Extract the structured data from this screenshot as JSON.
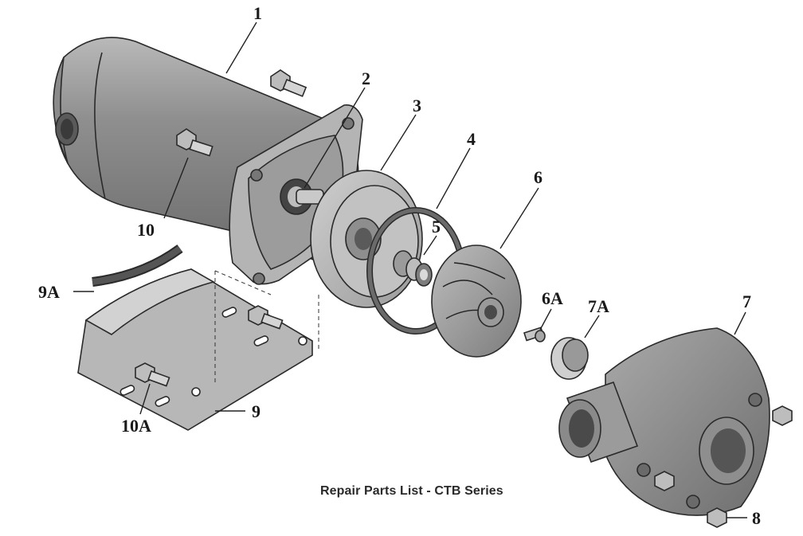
{
  "diagram": {
    "caption": "Repair Parts List - CTB Series",
    "callouts": {
      "c1": "1",
      "c2": "2",
      "c3": "3",
      "c4": "4",
      "c5": "5",
      "c6": "6",
      "c6a": "6A",
      "c7": "7",
      "c7a": "7A",
      "c8": "8",
      "c9": "9",
      "c9a": "9A",
      "c10": "10",
      "c10a": "10A"
    }
  }
}
